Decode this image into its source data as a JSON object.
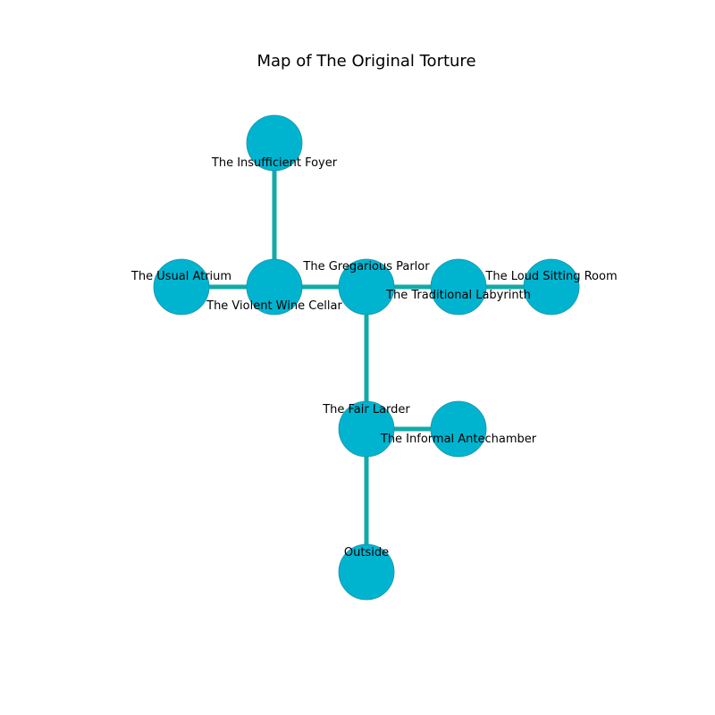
{
  "title": "Map of The Original Torture",
  "colors": {
    "node_fill": "#00b4d0",
    "node_stroke": "#1a93a8",
    "edge": "#12aaa8",
    "background": "#ffffff"
  },
  "rooms": [
    {
      "id": "foyer",
      "label": "The Insufficient Foyer"
    },
    {
      "id": "atrium",
      "label": "The Usual Atrium"
    },
    {
      "id": "cellar",
      "label": "The Violent Wine Cellar"
    },
    {
      "id": "parlor",
      "label": "The Gregarious Parlor"
    },
    {
      "id": "labyrinth",
      "label": "The Traditional Labyrinth"
    },
    {
      "id": "sitting",
      "label": "The Loud Sitting Room"
    },
    {
      "id": "larder",
      "label": "The Fair Larder"
    },
    {
      "id": "antechamber",
      "label": "The Informal Antechamber"
    },
    {
      "id": "outside",
      "label": "Outside"
    }
  ],
  "connections": [
    [
      "foyer",
      "cellar"
    ],
    [
      "atrium",
      "cellar"
    ],
    [
      "cellar",
      "parlor"
    ],
    [
      "parlor",
      "labyrinth"
    ],
    [
      "labyrinth",
      "sitting"
    ],
    [
      "parlor",
      "larder"
    ],
    [
      "larder",
      "antechamber"
    ],
    [
      "larder",
      "outside"
    ]
  ]
}
